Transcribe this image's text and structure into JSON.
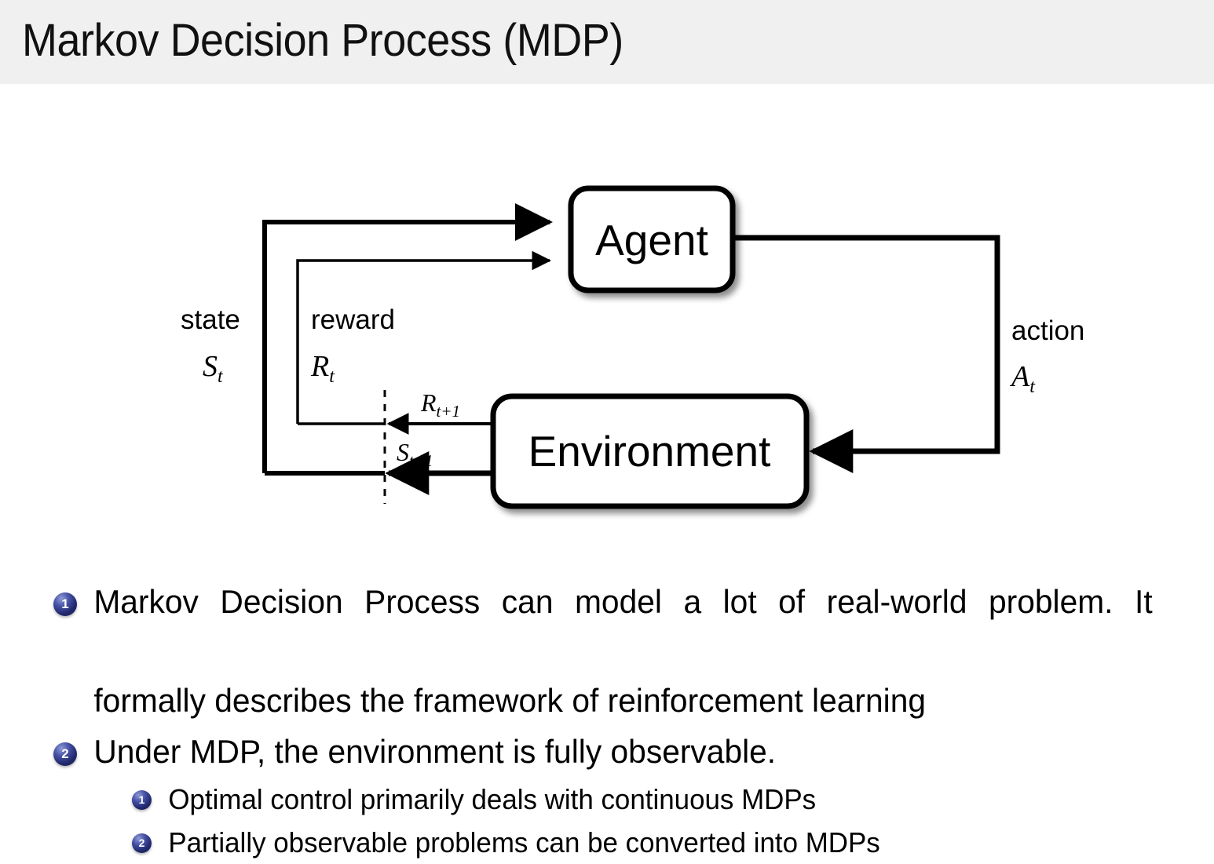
{
  "header": {
    "title": "Markov Decision Process (MDP)",
    "background_color": "#f0f0f0"
  },
  "diagram": {
    "name": "agent-environment-interaction-loop",
    "boxes": {
      "agent": "Agent",
      "environment": "Environment"
    },
    "labels": {
      "state_word": "state",
      "state_symbol": "S",
      "state_subscript": "t",
      "reward_word": "reward",
      "reward_symbol": "R",
      "reward_subscript": "t",
      "action_word": "action",
      "action_symbol": "A",
      "action_subscript": "t",
      "reward_next_symbol": "R",
      "reward_next_subscript": "t+1",
      "state_next_symbol": "S",
      "state_next_subscript": "t+1"
    },
    "stroke_color": "#000000",
    "box_fill": "#ffffff"
  },
  "bullets": {
    "badge_color": "#2a3180",
    "items": [
      {
        "number": "1",
        "level": 1,
        "lines": [
          "Markov Decision Process can model a lot of real-world problem.  It",
          "formally describes the framework of reinforcement learning"
        ],
        "text": "Markov Decision Process can model a lot of real-world problem. It formally describes the framework of reinforcement learning"
      },
      {
        "number": "2",
        "level": 1,
        "lines": [
          "Under MDP, the environment is fully observable."
        ],
        "text": "Under MDP, the environment is fully observable."
      },
      {
        "number": "1",
        "level": 2,
        "lines": [
          "Optimal control primarily deals with continuous MDPs"
        ],
        "text": "Optimal control primarily deals with continuous MDPs"
      },
      {
        "number": "2",
        "level": 2,
        "lines": [
          "Partially observable problems can be converted into MDPs"
        ],
        "text": "Partially observable problems can be converted into MDPs"
      }
    ]
  }
}
